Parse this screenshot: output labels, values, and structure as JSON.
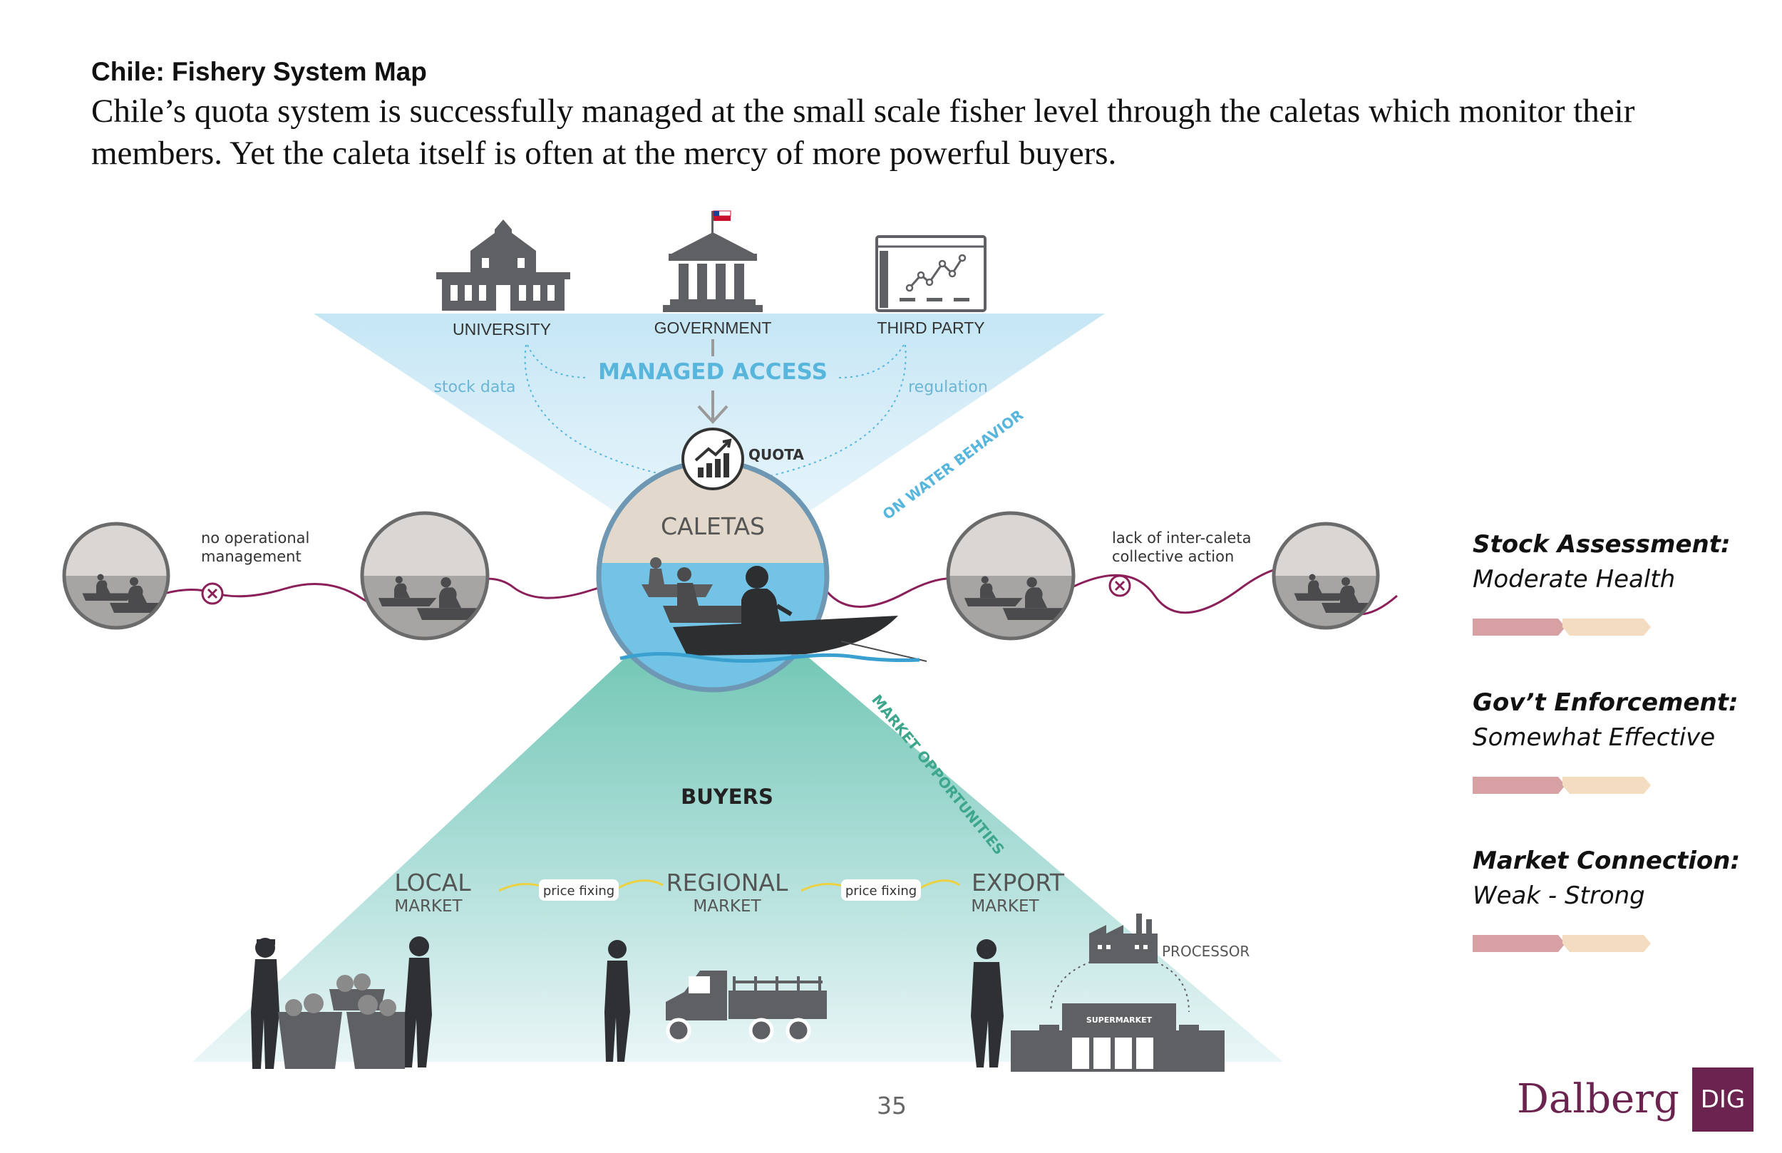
{
  "header": {
    "title": "Chile: Fishery System Map",
    "subtitle": "Chile’s quota system is successfully managed at the small scale fisher level through the caletas which monitor their members. Yet the caleta itself is often at the mercy of more powerful buyers."
  },
  "top_actors": [
    {
      "label": "UNIVERSITY",
      "icon": "university-building-icon"
    },
    {
      "label": "GOVERNMENT",
      "icon": "government-building-icon"
    },
    {
      "label": "THIRD PARTY",
      "icon": "data-dashboard-icon"
    }
  ],
  "managed_access": {
    "title": "MANAGED ACCESS",
    "left_link": "stock data",
    "right_link": "regulation"
  },
  "center": {
    "quota_label": "QUOTA",
    "caletas_label": "CALETAS",
    "upper_diagonal": "ON WATER BEHAVIOR",
    "lower_diagonal": "MARKET OPPORTUNITIES"
  },
  "side_notes": {
    "left": [
      "no operational",
      "management"
    ],
    "right": [
      "lack of inter-caleta",
      "collective action"
    ]
  },
  "buyers": {
    "title": "BUYERS",
    "local": {
      "line1": "LOCAL",
      "line2": "MARKET"
    },
    "regional": {
      "line1": "REGIONAL",
      "line2": "MARKET"
    },
    "export": {
      "line1": "EXPORT",
      "line2": "MARKET"
    },
    "link1": "price fixing",
    "link2": "price fixing",
    "processor": "PROCESSOR",
    "supermarket": "SUPERMARKET"
  },
  "legend": [
    {
      "title": "Stock Assessment:",
      "value": "Moderate Health",
      "fill_fraction": 0.5
    },
    {
      "title": "Gov’t Enforcement:",
      "value": "Somewhat Effective",
      "fill_fraction": 0.5
    },
    {
      "title": "Market Connection:",
      "value": "Weak - Strong",
      "fill_fraction": 0.5
    }
  ],
  "colors": {
    "accent_blue": "#58b6dc",
    "teal": "#62c3ad",
    "maroon": "#8a1f5a",
    "gauge_filled": "#d7a0a2",
    "gauge_empty": "#f3dcc0",
    "brand": "#6b2450",
    "icon_gray": "#5f6063"
  },
  "footer": {
    "page_number": "35",
    "brand_name": "Dalberg",
    "brand_tag": "DIG"
  }
}
